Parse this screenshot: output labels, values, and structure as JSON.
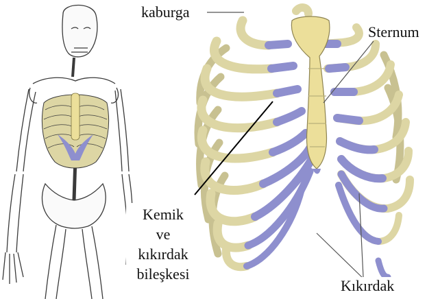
{
  "labels": {
    "kaburga": "kaburga",
    "sternum": "Sternum",
    "kikirdak": "Kıkırdak",
    "joint_line1": "Kemik",
    "joint_line2": "ve",
    "joint_line3": "kıkırdak",
    "joint_line4": "bileşkesi"
  },
  "colors": {
    "bone": "#ddd6a4",
    "bone_dark": "#b9b07a",
    "cartilage": "#8e8fce",
    "cartilage_dark": "#6b6cae",
    "outline": "#3a3a3a",
    "leader": "#555555"
  }
}
